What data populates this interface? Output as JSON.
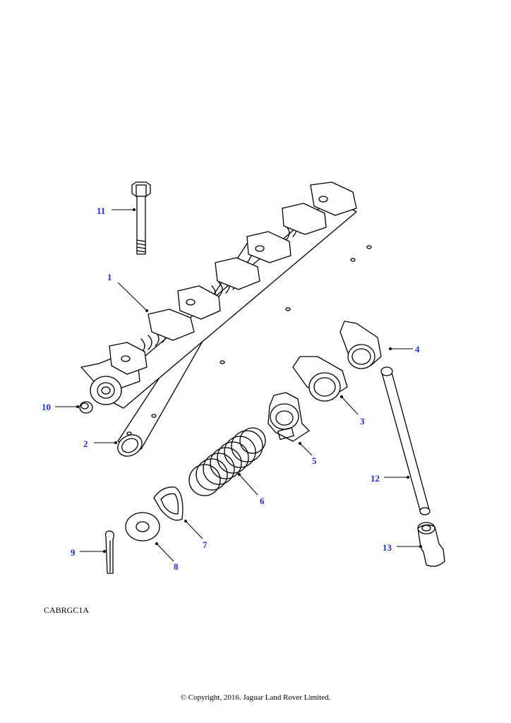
{
  "diagram": {
    "reference_code": "CABRGC1A",
    "copyright": "© Copyright, 2016. Jaguar Land Rover Limited.",
    "callouts": [
      "1",
      "2",
      "3",
      "4",
      "5",
      "6",
      "7",
      "8",
      "9",
      "10",
      "11",
      "12",
      "13"
    ]
  }
}
